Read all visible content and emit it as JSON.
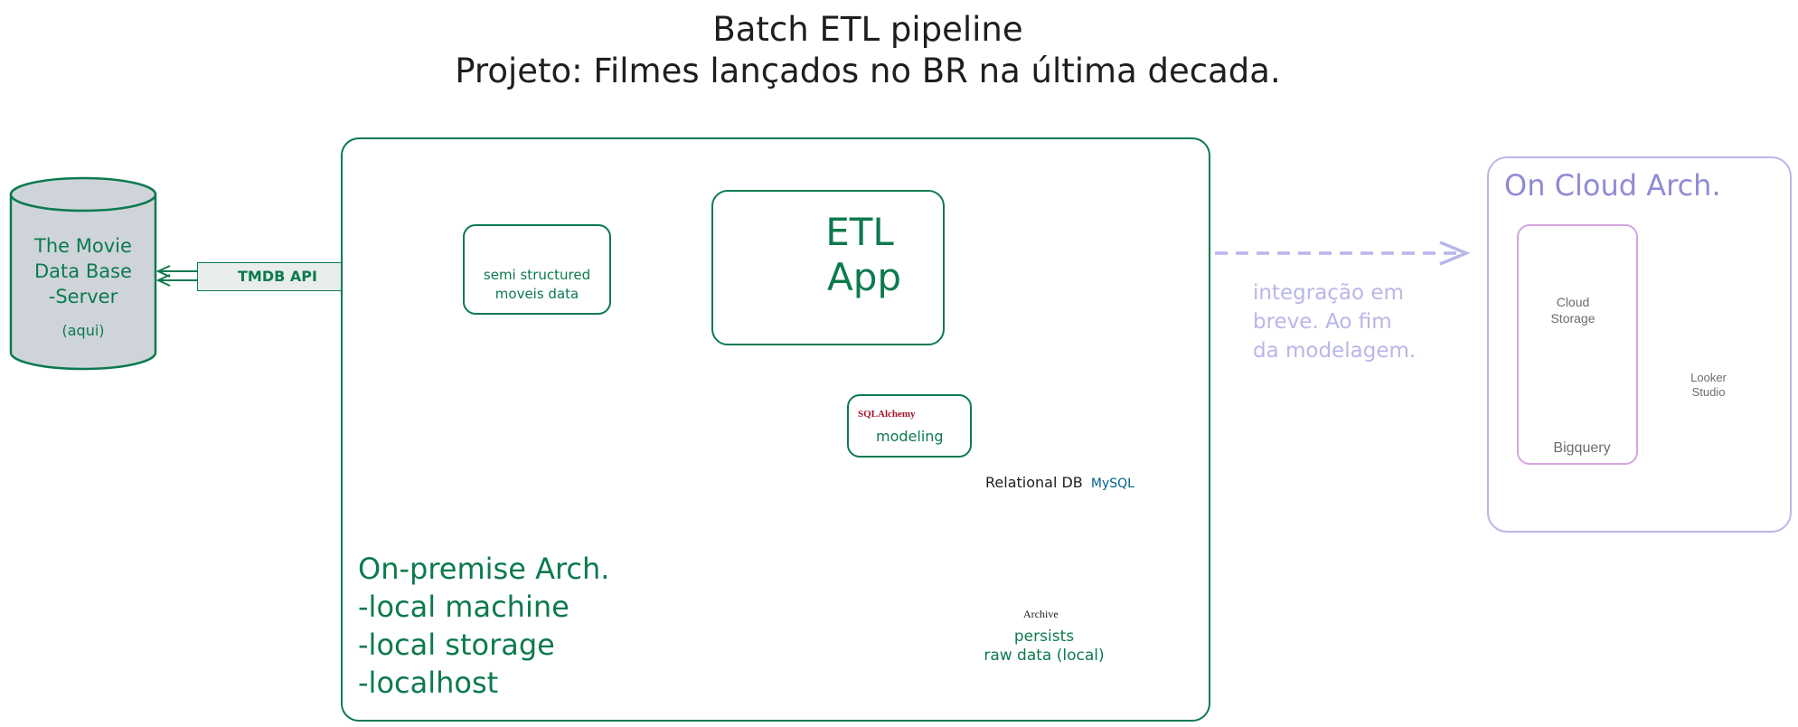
{
  "title": {
    "line1": "Batch ETL pipeline",
    "line2": "Projeto: Filmes lançados no BR na última decada."
  },
  "source": {
    "line1": "The Movie",
    "line2": "Data Base",
    "line3": "-Server",
    "note": "(aqui)",
    "api_label": "TMDB API"
  },
  "on_premise": {
    "semi_structured_line1": "semi structured",
    "semi_structured_line2": "moveis data",
    "etl_line1": "ETL",
    "etl_line2": "App",
    "sqlalchemy_logo": "SQLAlchemy",
    "modeling_label": "modeling",
    "relational_db_label": "Relational DB",
    "mysql_logo": "MySQL",
    "archive_logo": "Archive",
    "archive_line1": "persists",
    "archive_line2": "raw data (local)",
    "arch_title": "On-premise Arch.",
    "arch_items": [
      "-local machine",
      "-local storage",
      "-localhost"
    ]
  },
  "integration_note": {
    "line1": "integração em",
    "line2": "breve. Ao fim",
    "line3": "da modelagem."
  },
  "cloud": {
    "title": "On Cloud Arch.",
    "cloud_storage_line1": "Cloud",
    "cloud_storage_line2": "Storage",
    "bigquery_label": "Bigquery",
    "looker_line1": "Looker",
    "looker_line2": "Studio"
  },
  "colors": {
    "on_premise_accent": "#0c7a4e",
    "cloud_accent": "#b9b6ea",
    "cloud_text": "#8f8bd6",
    "cylinder_fill": "#ced4da",
    "gcp_blue": "#4a86e8"
  }
}
